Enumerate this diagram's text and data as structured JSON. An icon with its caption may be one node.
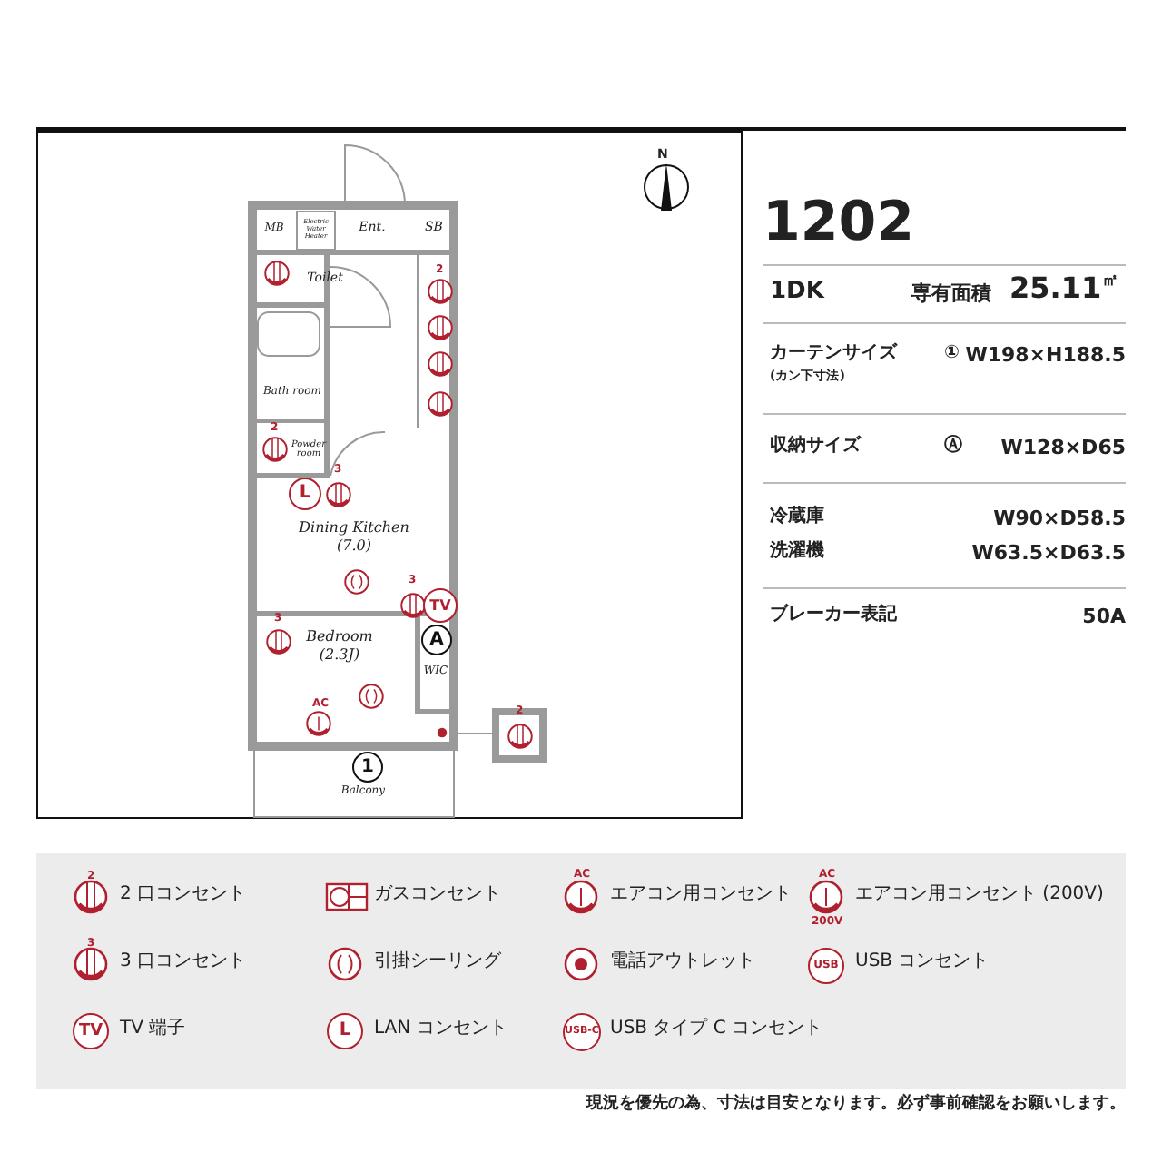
{
  "diagram": {
    "nodes": [
      {
        "text": [
          "MB"
        ]
      },
      {
        "text": [
          "Electric Water Heater"
        ]
      },
      {
        "text": [
          "Ent."
        ]
      },
      {
        "text": [
          "SB"
        ]
      },
      {
        "text": [
          "Toilet"
        ]
      },
      {
        "text": [
          "Bath room"
        ]
      },
      {
        "text": [
          "Powder room"
        ]
      },
      {
        "text": [
          "Dining Kitchen",
          "(7.0)"
        ]
      },
      {
        "text": [
          "Bedroom",
          "(2.3J)"
        ]
      },
      {
        "text": [
          "WIC"
        ]
      },
      {
        "text": [
          "Balcony"
        ]
      }
    ],
    "edges": [],
    "labels": [
      "N",
      "2",
      "2",
      "3",
      "L",
      "3",
      "TV",
      "3",
      "A",
      "AC",
      "1",
      "2",
      "1202",
      "1DK",
      "専有面積",
      "25.11",
      "㎡",
      "カーテンサイズ",
      "(カン下寸法)",
      "①",
      "W198×H188.5",
      "収納サイズ",
      "Ⓐ",
      "W128×D65",
      "冷蔵庫",
      "W90×D58.5",
      "洗濯機",
      "W63.5×D63.5",
      "ブレーカー表記",
      "50A",
      "2",
      "AC",
      "AC",
      "200V",
      "3",
      "USB",
      "TV",
      "L",
      "USB-C",
      "現況を優先の為、寸法は目安となります。必ず事前確認をお願いします。"
    ],
    "legend": [
      {
        "text": "2 口コンセント"
      },
      {
        "text": "ガスコンセント"
      },
      {
        "text": "エアコン用コンセント"
      },
      {
        "text": "エアコン用コンセント (200V)"
      },
      {
        "text": "3 口コンセント"
      },
      {
        "text": "引掛シーリング"
      },
      {
        "text": "電話アウトレット"
      },
      {
        "text": "USB コンセント"
      },
      {
        "text": "TV 端子"
      },
      {
        "text": "LAN コンセント"
      },
      {
        "text": "USB タイプ C コンセント"
      }
    ]
  }
}
